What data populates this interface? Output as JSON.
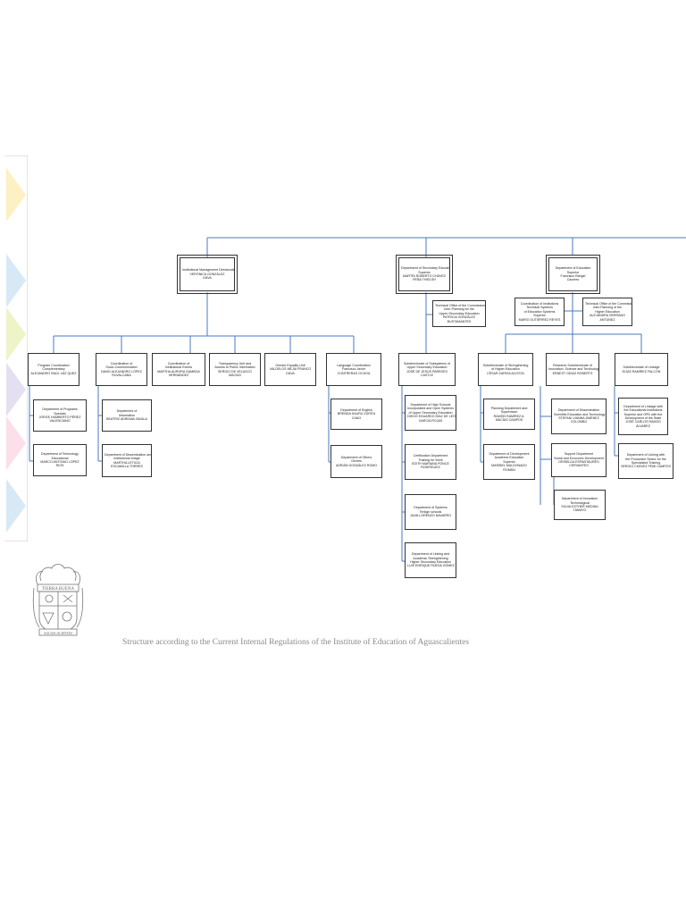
{
  "caption": "Structure according to the Current Internal Regulations of the Institute of Education of Aguascalientes",
  "seal": {
    "top_text": "TIERRA BUENA",
    "bottom_text": "AGUASCALIENTES"
  },
  "colors": {
    "connector": "#4a78c2",
    "box_border": "#333333",
    "caption": "#8a8a8a"
  },
  "boxes": [
    {
      "id": "dir-inst",
      "lines": [
        "Institutional Management Directorate",
        "VERÓNICA GONZÁLEZ",
        "DÁVA"
      ]
    },
    {
      "id": "dir-sec",
      "lines": [
        "Department of Secondary Education",
        "Superior",
        "MARTÍN ROBERTO CHÁVEZ",
        "PEÑA THIELSH"
      ]
    },
    {
      "id": "dir-edu",
      "lines": [
        "Department of Education",
        "Superior",
        "Francisco Rangel",
        "Cáceres"
      ]
    },
    {
      "id": "tech-sec",
      "lines": [
        "Technical Office of the Commission",
        "Inter-Planning for the",
        "Upper-Secondary Education",
        "PATRICIA GONZÁLEZ",
        "BUSTAMANTES"
      ]
    },
    {
      "id": "coord-inst",
      "lines": [
        "Coordination of Institutions",
        "Technical Systems",
        "of Education Systems",
        "Superior",
        "MARIO GUTIÉRREZ REYES"
      ]
    },
    {
      "id": "tech-higher",
      "lines": [
        "Technical Office of the Commission",
        "Inter-Planning of the",
        "Higher Education",
        "ALEJANDRA SERRANO",
        "ANTÚNEZ"
      ]
    },
    {
      "id": "prog-coord",
      "lines": [
        "Program Coordination",
        "Complementary",
        "ALEJANDRO RAÚL VÁZ QUEZ"
      ]
    },
    {
      "id": "coord-socio",
      "lines": [
        "Coordination of",
        "Socio-Communication",
        "DAVID ALEJANDRO LÓPEZ",
        "RUVALCABA"
      ]
    },
    {
      "id": "coord-events",
      "lines": [
        "Coordination of",
        "Institutional Events",
        "MARTHA AURORA GAMBOA",
        "HERNÁNDEZ"
      ]
    },
    {
      "id": "transparency",
      "lines": [
        "Transparency Unit and",
        "Access to Public Information",
        "SERGIO DE VELASCO",
        "MACÍAS"
      ]
    },
    {
      "id": "gender",
      "lines": [
        "Gender Equality Unit",
        "VALDELOS MEJÍA FRANCO",
        "DÁVA"
      ]
    },
    {
      "id": "lang-coord",
      "lines": [
        "Language Coordination",
        "Francisco Javier",
        "CONTRERAS OCHOA"
      ]
    },
    {
      "id": "sub-upper",
      "lines": [
        "Subdirectorate of Subsystems of",
        "Upper Secondary Education",
        "JOSÉ DE JESÚS PAREDES",
        "CASTLE"
      ]
    },
    {
      "id": "sub-strength",
      "lines": [
        "Subdirectorate of Strengthening",
        "of Higher Education",
        "CÉSAR ZAPATA ACOSTA"
      ]
    },
    {
      "id": "research-sub",
      "lines": [
        "Research Subdirectorate of",
        "Innovation, Science and Technology",
        "ERNEST ODIAZ ROBERTS"
      ]
    },
    {
      "id": "sub-linkage",
      "lines": [
        "Subdirectorate of Linkage",
        "ELÍAS RAMÍREZ FALCÓN"
      ]
    },
    {
      "id": "dept-programs",
      "lines": [
        "Department of Programs",
        "Specials",
        "JORGE HUMBERTO PÉREZ",
        "VALENCIANO"
      ]
    },
    {
      "id": "dept-tech",
      "lines": [
        "Department of Technology",
        "Educational",
        "MARCO ANTONIO LÓPEZ",
        "RIOS"
      ]
    },
    {
      "id": "dept-info",
      "lines": [
        "Department of",
        "Information",
        "BEATRIZ ADRIANA ZAVALA"
      ]
    },
    {
      "id": "dept-dissem",
      "lines": [
        "Department of Dissemination and",
        "Institutional Image",
        "MARTHA LETICIA",
        "ESCAMILLA TORRES"
      ]
    },
    {
      "id": "dept-english",
      "lines": [
        "Department of English",
        "BRENDA DAURU ZURITA",
        "CANO"
      ]
    },
    {
      "id": "dept-others",
      "lines": [
        "Department of Others",
        "Genres",
        "ADRIÁN GONZÁLEZ ROMO"
      ]
    },
    {
      "id": "dept-high",
      "lines": [
        "Department of High Schools",
        "Incorporated and Open Systems",
        "of Upper Secondary Education",
        "DIEGO EDUARDO DÍAZ DE LEÓN",
        "GARCÍA ROJAS"
      ]
    },
    {
      "id": "cert-dept",
      "lines": [
        "Certification Department",
        "Training for Work",
        "EDITH MARIANA PONCE",
        "RODRÍGUEZ"
      ]
    },
    {
      "id": "dept-systems",
      "lines": [
        "Department of Systems",
        "Tenlign schools",
        "JUAN LORENZO NAVARRO"
      ]
    },
    {
      "id": "dept-linking",
      "lines": [
        "Department of Linking and",
        "Academic Strengthening",
        "Higher Secondary Education",
        "LUIS ENRIQUE RUEDA GÓMEZ"
      ]
    },
    {
      "id": "planning",
      "lines": [
        "Planning Department and",
        "Supervision",
        "RAMÓN RAMÍREZ A.",
        "MACÍAS CAMPOS"
      ]
    },
    {
      "id": "dev-academic",
      "lines": [
        "Department of Development",
        "Academic Education",
        "Superior",
        "MARIBEL MALDONADO",
        "ROMÁN"
      ]
    },
    {
      "id": "dept-dissem-sci",
      "lines": [
        "Department of Dissemination",
        "Scientific Education and Technology",
        "STEFANI VIANNA JIMÉNEZ",
        "COLOMBO"
      ]
    },
    {
      "id": "support",
      "lines": [
        "Support Department",
        "Social and Economic Development",
        "GRISELDA ESPANTAUREO",
        "CERVANTES"
      ]
    },
    {
      "id": "innovation",
      "lines": [
        "Department of Innovation",
        "Technological",
        "SILVIA ESTHER MEDINA",
        "TAMAYO"
      ]
    },
    {
      "id": "linkage-inst",
      "lines": [
        "Department of Linkage with",
        "the Educational Institutions",
        "Superior and OPD with the",
        "Development of the State",
        "JOSÉ CARLOS RAMOS",
        "ÁLVAREZ"
      ]
    },
    {
      "id": "linking-prod",
      "lines": [
        "Department of Linking with",
        "the Productive Sector for the",
        "Specialized Training",
        "SERGIO CHÁVEZ FEMI CAMPOS"
      ]
    }
  ]
}
